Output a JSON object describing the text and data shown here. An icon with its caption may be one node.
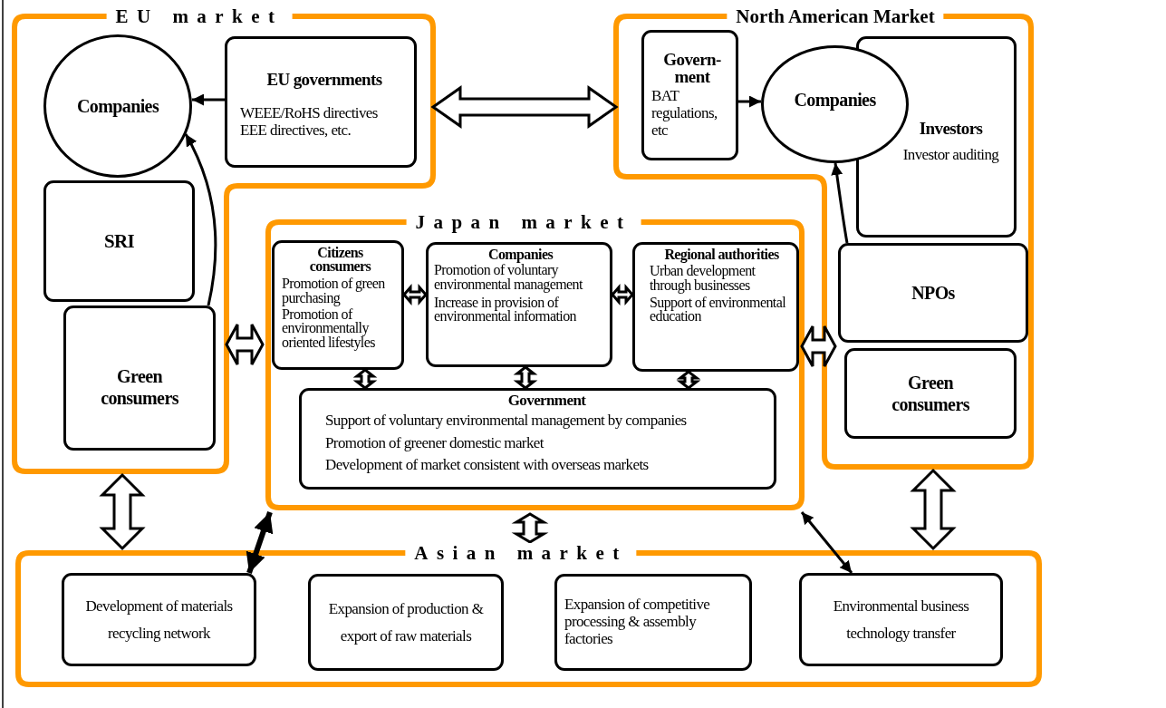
{
  "diagram": {
    "nodes": [
      {
        "text": [
          "EU market"
        ]
      },
      {
        "text": [
          "Companies"
        ],
        "in": 0
      },
      {
        "text": [
          "EU governments",
          "WEEE/RoHS directives",
          "EEE directives, etc."
        ],
        "in": 0
      },
      {
        "text": [
          "SRI"
        ],
        "in": 0
      },
      {
        "text": [
          "Green consumers"
        ],
        "in": 0
      },
      {
        "text": [
          "North American Market"
        ]
      },
      {
        "text": [
          "Govern-ment",
          "BAT regulations, etc"
        ],
        "in": 5
      },
      {
        "text": [
          "Companies"
        ],
        "in": 5
      },
      {
        "text": [
          "Investors",
          "Investor auditing"
        ],
        "in": 5
      },
      {
        "text": [
          "NPOs"
        ],
        "in": 5
      },
      {
        "text": [
          "Green consumers"
        ],
        "in": 5
      },
      {
        "text": [
          "Japan market"
        ]
      },
      {
        "text": [
          "Citizens consumers",
          "Promotion of green purchasing",
          "Promotion of environmentally oriented lifestyles"
        ],
        "in": 11
      },
      {
        "text": [
          "Companies",
          "Promotion of voluntary environmental management",
          "Increase in provision of environmental information"
        ],
        "in": 11
      },
      {
        "text": [
          "Regional authorities",
          "Urban development through businesses",
          "Support of environmental education"
        ],
        "in": 11
      },
      {
        "text": [
          "Government",
          "Support of voluntary environmental management by companies",
          "Promotion of greener domestic market",
          "Development of market consistent with overseas markets"
        ],
        "in": 11
      },
      {
        "text": [
          "Asian market"
        ]
      },
      {
        "text": [
          "Development of materials recycling network"
        ],
        "in": 16
      },
      {
        "text": [
          "Expansion of production & export of raw materials"
        ],
        "in": 16
      },
      {
        "text": [
          "Expansion of competitive processing & assembly factories"
        ],
        "in": 16
      },
      {
        "text": [
          "Environmental business technology transfer"
        ],
        "in": 16
      }
    ],
    "edges": [
      {
        "from": 2,
        "to": 1,
        "arrow": "to"
      },
      {
        "from": 4,
        "to": 1,
        "arrow": "to"
      },
      {
        "from": 0,
        "to": 5,
        "arrow": "both"
      },
      {
        "from": 6,
        "to": 7,
        "arrow": "to"
      },
      {
        "from": 9,
        "to": 7,
        "arrow": "to"
      },
      {
        "from": 0,
        "to": 11,
        "arrow": "both"
      },
      {
        "from": 11,
        "to": 5,
        "arrow": "both"
      },
      {
        "from": 12,
        "to": 13,
        "arrow": "both"
      },
      {
        "from": 13,
        "to": 14,
        "arrow": "both"
      },
      {
        "from": 12,
        "to": 15,
        "arrow": "both"
      },
      {
        "from": 13,
        "to": 15,
        "arrow": "both"
      },
      {
        "from": 14,
        "to": 15,
        "arrow": "both"
      },
      {
        "from": 0,
        "to": 16,
        "arrow": "both"
      },
      {
        "from": 11,
        "to": 16,
        "arrow": "both"
      },
      {
        "from": 5,
        "to": 16,
        "arrow": "both"
      },
      {
        "from": 11,
        "to": 17,
        "arrow": "both",
        "style": "thick"
      },
      {
        "from": 11,
        "to": 20,
        "arrow": "both"
      }
    ]
  }
}
